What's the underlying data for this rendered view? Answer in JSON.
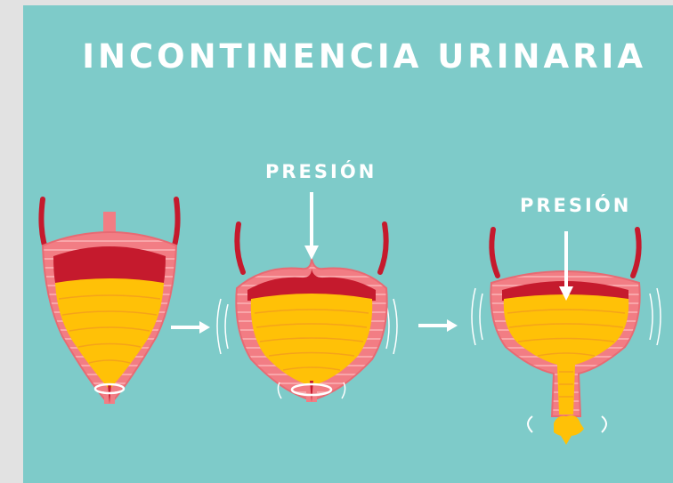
{
  "title": "INCONTINENCIA URINARIA",
  "stages": [
    {
      "id": "normal",
      "pressure_label": ""
    },
    {
      "id": "pressure",
      "pressure_label": "PRESIÓN"
    },
    {
      "id": "leak",
      "pressure_label": "PRESIÓN"
    }
  ],
  "colors": {
    "background": "#7ecbc9",
    "muscle": "#f27d84",
    "muscle_stripe": "#f9a6aa",
    "muscle_dark": "#c51a2d",
    "urine": "#ffc107",
    "urine_line": "#f5a31a",
    "text": "#ffffff"
  },
  "icons": [
    "arrow-right-icon",
    "arrow-down-icon",
    "motion-lines-icon",
    "urine-drop-icon"
  ]
}
